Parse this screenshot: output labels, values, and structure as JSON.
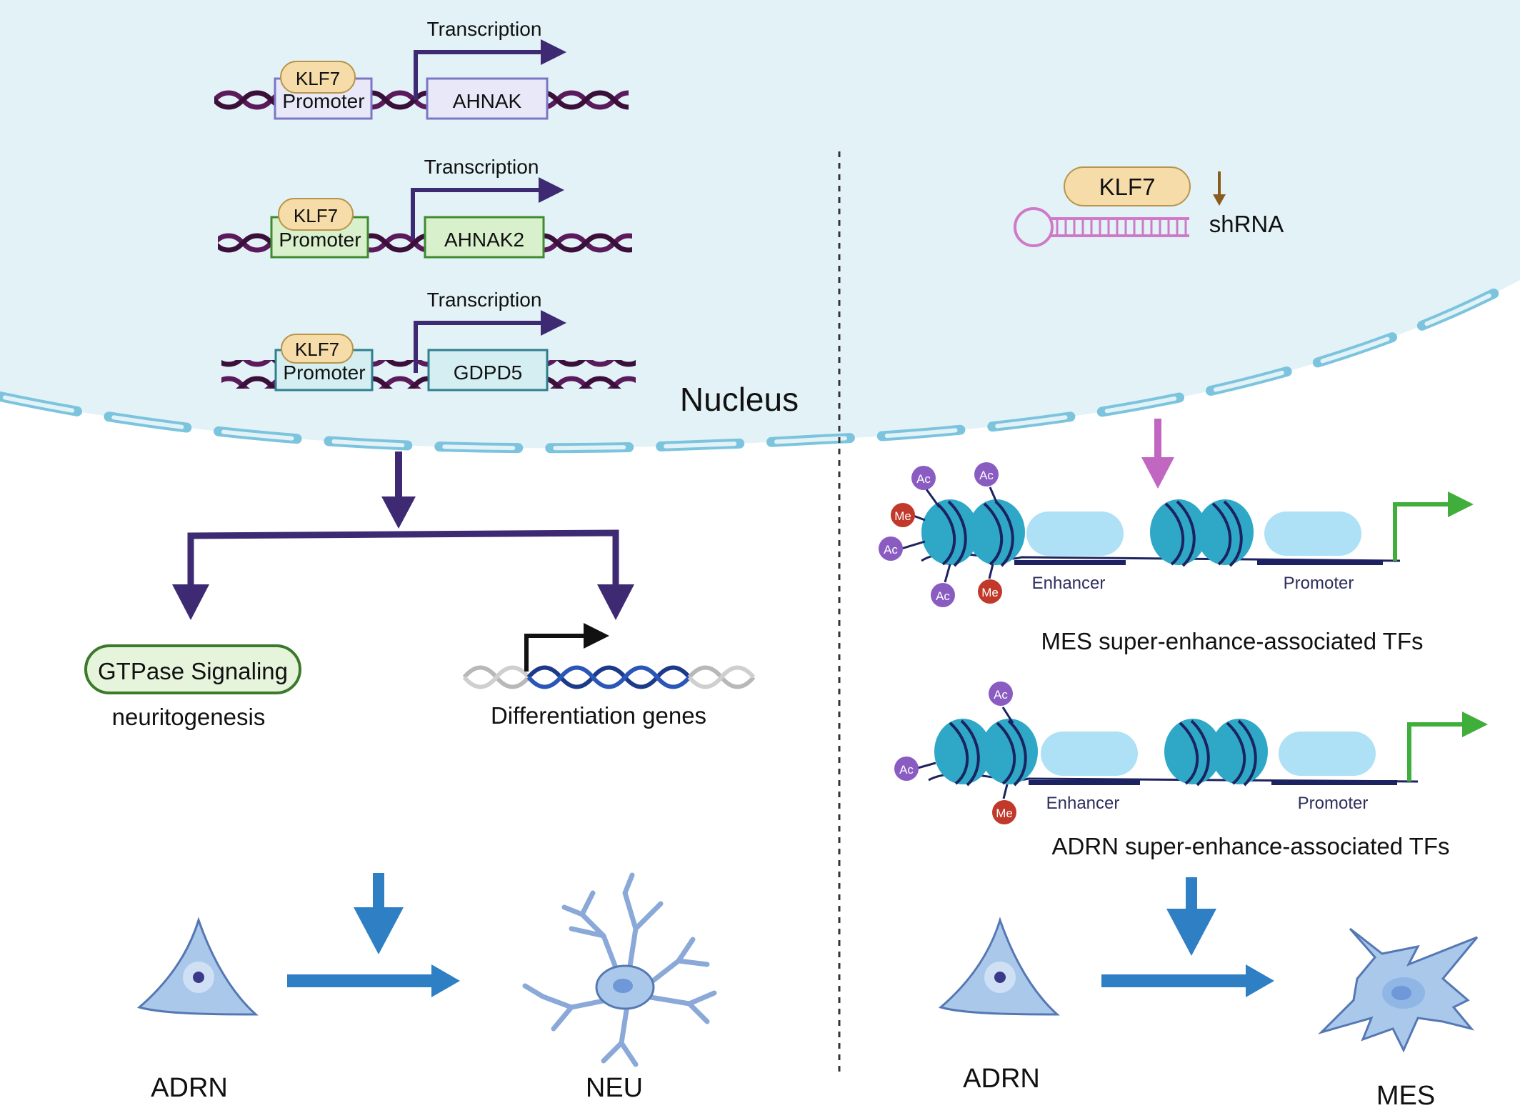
{
  "left_panel": {
    "genes": [
      {
        "tf": "KLF7",
        "promoter": "Promoter",
        "target": "AHNAK",
        "arrow_label": "Transcription",
        "fill": "#e9e8f8",
        "stroke": "#7b77c5"
      },
      {
        "tf": "KLF7",
        "promoter": "Promoter",
        "target": "AHNAK2",
        "arrow_label": "Transcription",
        "fill": "#d9f0cc",
        "stroke": "#3f8b2f"
      },
      {
        "tf": "KLF7",
        "promoter": "Promoter",
        "target": "GDPD5",
        "arrow_label": "Transcription",
        "fill": "#d4eef2",
        "stroke": "#2f7f8f"
      }
    ],
    "nucleus_label": "Nucleus",
    "gtpase_label": "GTPase Signaling",
    "gtpase_sub": "neuritogenesis",
    "diff_label": "Differentiation genes",
    "cell_from": "ADRN",
    "cell_to": "NEU"
  },
  "right_panel": {
    "knockdown_tf": "KLF7",
    "shrna_label": "shRNA",
    "marks": {
      "ac": "Ac",
      "me": "Me"
    },
    "mes_row": {
      "enhancer": "Enhancer",
      "promoter": "Promoter",
      "caption": "MES super-enhance-associated TFs"
    },
    "adrn_row": {
      "enhancer": "Enhancer",
      "promoter": "Promoter",
      "caption": "ADRN super-enhance-associated TFs"
    },
    "cell_from": "ADRN",
    "cell_to": "MES"
  },
  "colors": {
    "nucleus_fill": "#e2f2f6",
    "membrane": "#7cc4de",
    "dark_arrow": "#3d2a73",
    "blue_arrow": "#2f7fc4",
    "pink_arrow": "#c166c1",
    "nucleosome": "#2fa8c8",
    "histone_mark_ac": "#8a5cc2",
    "histone_mark_me": "#c0392b",
    "klf7_fill": "#f5dca9",
    "green_arrow": "#3fae3a"
  }
}
